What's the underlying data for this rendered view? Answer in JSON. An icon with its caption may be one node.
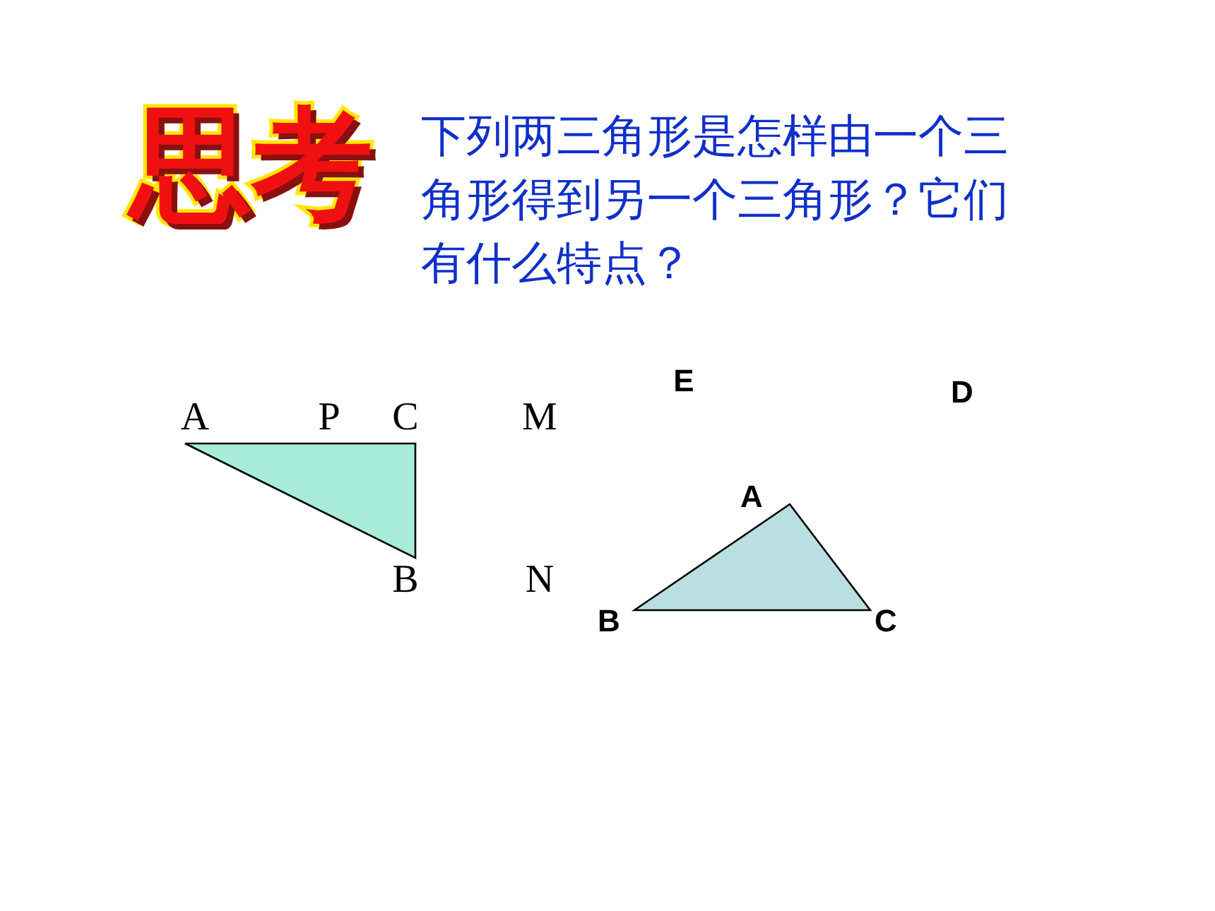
{
  "diagram": {
    "title": "思考",
    "labels": [
      "下列两三角形是怎样由一个三角形得到另一个三角形？它们有什么特点？",
      "E",
      "D",
      "A",
      "P",
      "C",
      "M",
      "A",
      "B",
      "N",
      "B",
      "C"
    ]
  }
}
